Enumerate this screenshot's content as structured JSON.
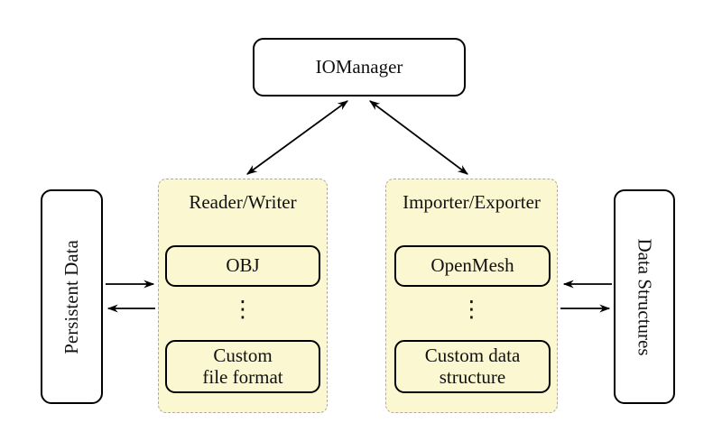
{
  "colors": {
    "background": "#ffffff",
    "container_fill": "#fbf7d0",
    "container_border": "#ababab",
    "ink": "#000000"
  },
  "nodes": {
    "iomanager": {
      "label": "IOManager"
    },
    "persistent_data": {
      "label": "Persistent Data"
    },
    "data_structures": {
      "label": "Data Structures"
    }
  },
  "groups": {
    "reader_writer": {
      "title": "Reader/Writer",
      "items": {
        "obj": {
          "label": "OBJ"
        },
        "ellipsis": "⋮",
        "custom": {
          "line1": "Custom",
          "line2": "file format"
        }
      }
    },
    "importer_exporter": {
      "title": "Importer/Exporter",
      "items": {
        "openmesh": {
          "label": "OpenMesh"
        },
        "ellipsis": "⋮",
        "custom": {
          "line1": "Custom data",
          "line2": "structure"
        }
      }
    }
  }
}
